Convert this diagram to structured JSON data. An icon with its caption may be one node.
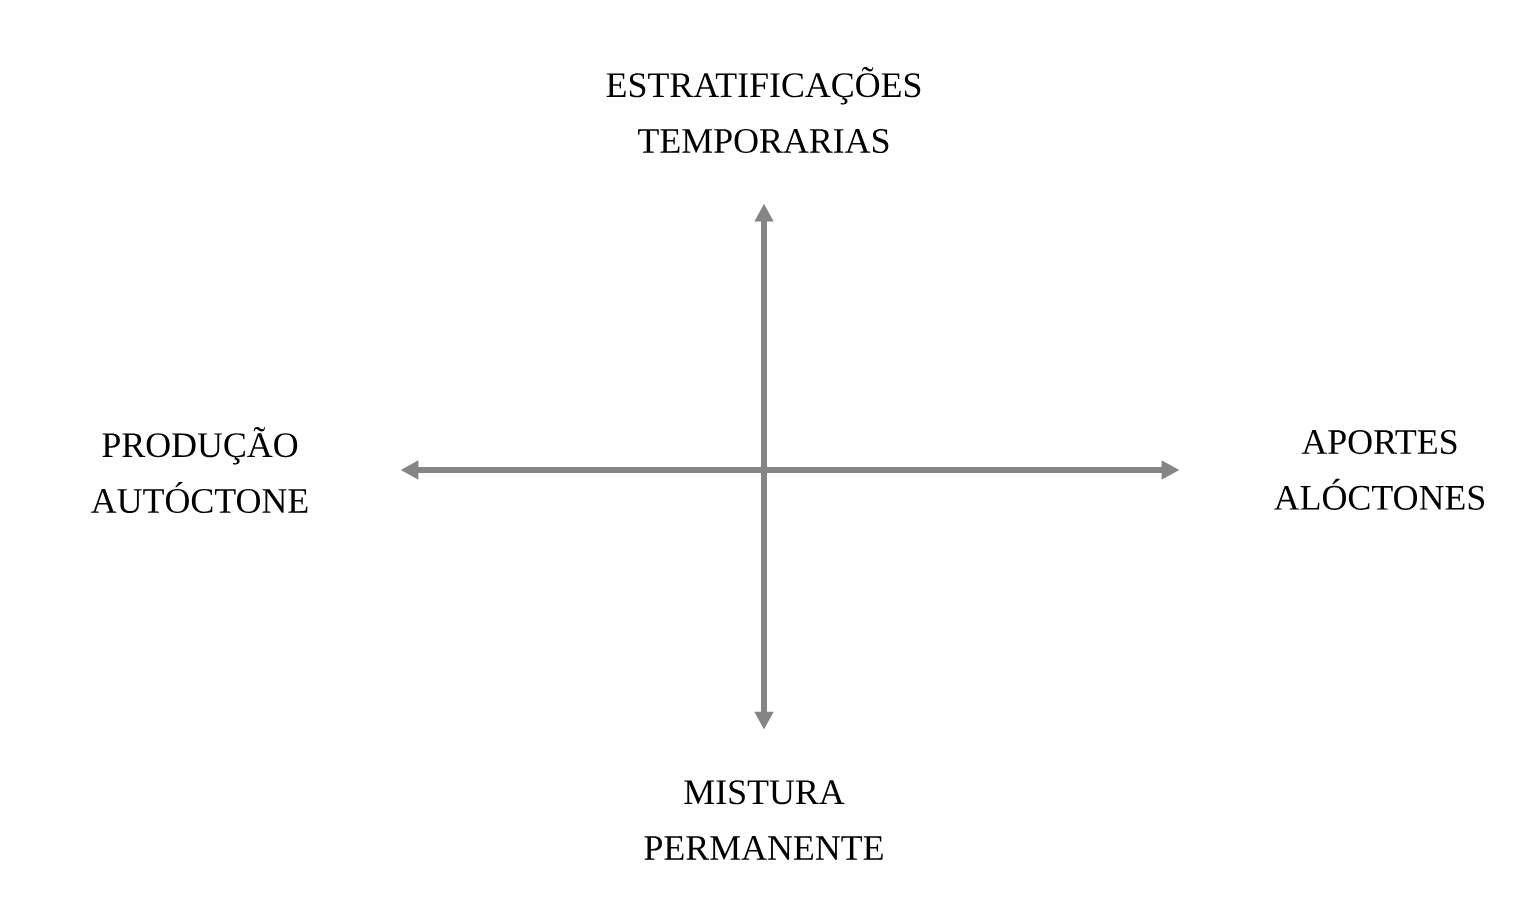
{
  "diagram": {
    "nodes": [
      {
        "text": [
          "ESTRATIFICAÇÕES TEMPORARIAS"
        ]
      },
      {
        "text": [
          "PRODUÇÃO AUTÓCTONE"
        ]
      },
      {
        "text": [
          "APORTES ALÓCTONES"
        ]
      },
      {
        "text": [
          "MISTURA PERMANENTE"
        ]
      }
    ],
    "edges": [
      {
        "from": 0,
        "to": 3,
        "arrow": "both"
      },
      {
        "from": 1,
        "to": 2,
        "arrow": "both"
      }
    ]
  }
}
